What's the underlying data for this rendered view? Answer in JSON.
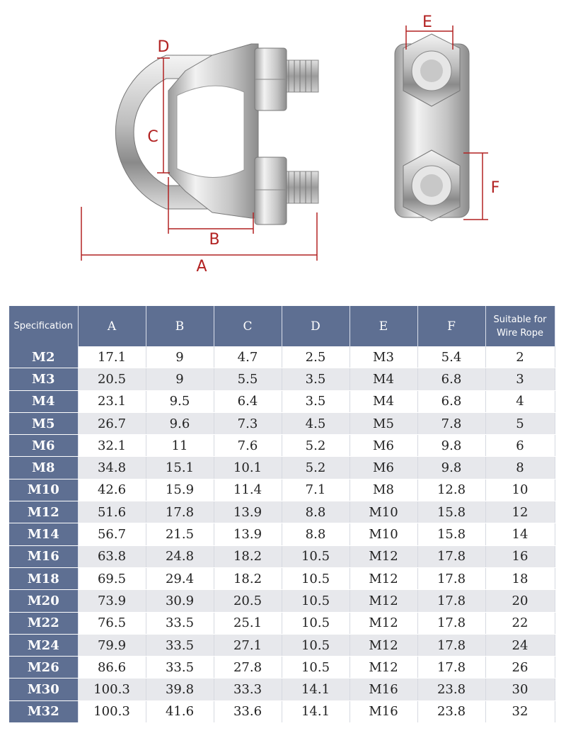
{
  "diagram": {
    "labels": {
      "A": "A",
      "B": "B",
      "C": "C",
      "D": "D",
      "E": "E",
      "F": "F"
    }
  },
  "table": {
    "headers": [
      "Specification",
      "A",
      "B",
      "C",
      "D",
      "E",
      "F",
      "Suitable for Wire Rope"
    ],
    "rows": [
      [
        "M2",
        "17.1",
        "9",
        "4.7",
        "2.5",
        "M3",
        "5.4",
        "2"
      ],
      [
        "M3",
        "20.5",
        "9",
        "5.5",
        "3.5",
        "M4",
        "6.8",
        "3"
      ],
      [
        "M4",
        "23.1",
        "9.5",
        "6.4",
        "3.5",
        "M4",
        "6.8",
        "4"
      ],
      [
        "M5",
        "26.7",
        "9.6",
        "7.3",
        "4.5",
        "M5",
        "7.8",
        "5"
      ],
      [
        "M6",
        "32.1",
        "11",
        "7.6",
        "5.2",
        "M6",
        "9.8",
        "6"
      ],
      [
        "M8",
        "34.8",
        "15.1",
        "10.1",
        "5.2",
        "M6",
        "9.8",
        "8"
      ],
      [
        "M10",
        "42.6",
        "15.9",
        "11.4",
        "7.1",
        "M8",
        "12.8",
        "10"
      ],
      [
        "M12",
        "51.6",
        "17.8",
        "13.9",
        "8.8",
        "M10",
        "15.8",
        "12"
      ],
      [
        "M14",
        "56.7",
        "21.5",
        "13.9",
        "8.8",
        "M10",
        "15.8",
        "14"
      ],
      [
        "M16",
        "63.8",
        "24.8",
        "18.2",
        "10.5",
        "M12",
        "17.8",
        "16"
      ],
      [
        "M18",
        "69.5",
        "29.4",
        "18.2",
        "10.5",
        "M12",
        "17.8",
        "18"
      ],
      [
        "M20",
        "73.9",
        "30.9",
        "20.5",
        "10.5",
        "M12",
        "17.8",
        "20"
      ],
      [
        "M22",
        "76.5",
        "33.5",
        "25.1",
        "10.5",
        "M12",
        "17.8",
        "22"
      ],
      [
        "M24",
        "79.9",
        "33.5",
        "27.1",
        "10.5",
        "M12",
        "17.8",
        "24"
      ],
      [
        "M26",
        "86.6",
        "33.5",
        "27.8",
        "10.5",
        "M12",
        "17.8",
        "26"
      ],
      [
        "M30",
        "100.3",
        "39.8",
        "33.3",
        "14.1",
        "M16",
        "23.8",
        "30"
      ],
      [
        "M32",
        "100.3",
        "41.6",
        "33.6",
        "14.1",
        "M16",
        "23.8",
        "32"
      ]
    ]
  },
  "colors": {
    "header_bg": "#5e6f92",
    "row_alt_bg": "#e7e8ec",
    "dimension_line": "#b22222"
  }
}
